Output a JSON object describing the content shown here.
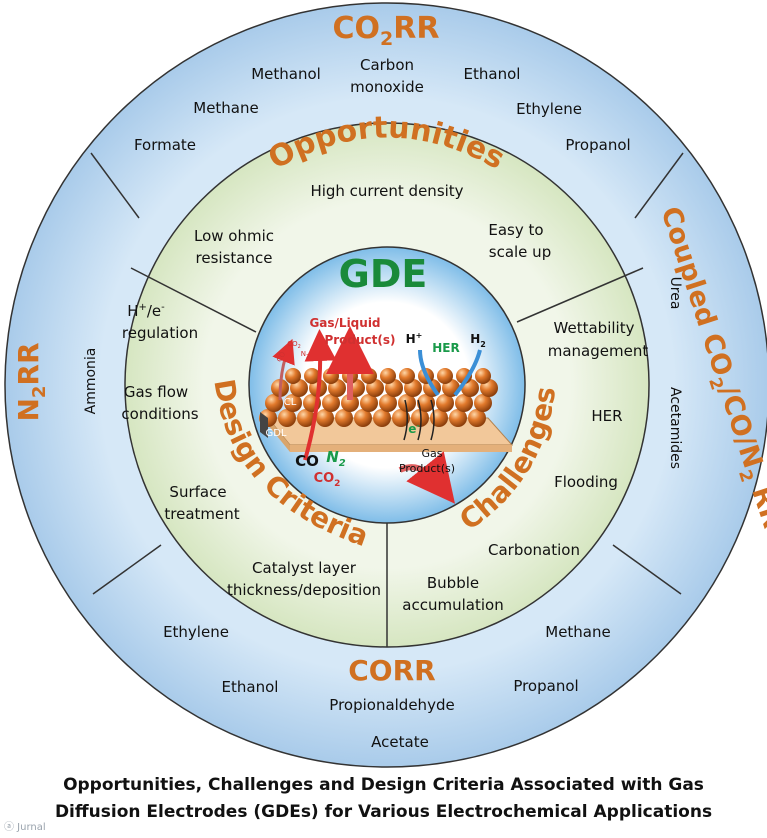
{
  "gde_title": "GDE",
  "categories": {
    "co2rr": {
      "main": "CO",
      "sub": "2",
      "tail": "RR"
    },
    "n2rr": {
      "main": "N",
      "sub": "2",
      "tail": "RR"
    },
    "corr": "CORR",
    "coupled": {
      "a": "Coupled CO",
      "b": "2",
      "c": "/CO/N",
      "d": "2",
      "e": " RR"
    }
  },
  "products": {
    "formate": "Formate",
    "methane": "Methane",
    "methanol": "Methanol",
    "carbon_monoxide": [
      "Carbon",
      "monoxide"
    ],
    "ethanol": "Ethanol",
    "ethylene": "Ethylene",
    "propanol": "Propanol",
    "urea": "Urea",
    "acetamides": "Acetamides",
    "ammonia": "Ammonia",
    "corr_ethylene": "Ethylene",
    "corr_ethanol": "Ethanol",
    "propionaldehyde": "Propionaldehyde",
    "acetate": "Acetate",
    "corr_propanol": "Propanol",
    "corr_methane": "Methane"
  },
  "sections": {
    "opportunities": {
      "title": "Opportunities",
      "high_current": "High current density",
      "low_ohmic": [
        "Low ohmic",
        "resistance"
      ],
      "easy_scale": [
        "Easy to",
        "scale up"
      ]
    },
    "challenges": {
      "title": "Challenges",
      "wettability": [
        "Wettability",
        "management"
      ],
      "her": "HER",
      "flooding": "Flooding",
      "carbonation": "Carbonation",
      "bubble": [
        "Bubble",
        "accumulation"
      ]
    },
    "design": {
      "title": "Design Criteria",
      "regulation": "regulation",
      "gas_flow": [
        "Gas flow",
        "conditions"
      ],
      "surface": [
        "Surface",
        "treatment"
      ],
      "catalyst": [
        "Catalyst layer",
        "thickness/deposition"
      ]
    }
  },
  "gde_labels": {
    "gas_liquid": [
      "Gas/Liquid",
      "Product(s)"
    ],
    "gas_product": [
      "Gas",
      "Product(s)"
    ],
    "her": "HER",
    "cl": "CL",
    "gdl": "GDL",
    "co": "CO",
    "n": "N",
    "co2": "CO",
    "e": "e"
  },
  "caption": [
    "Opportunities, Challenges and Design Criteria Associated with Gas",
    "Diffusion Electrodes (GDEs) for Various Electrochemical Applications"
  ],
  "watermark": "ⓐ Jurnal",
  "colors": {
    "outer_ring": "#bcd7ef",
    "middle_ring": "#e3eed2",
    "accent_orange": "#d07021",
    "gde_green": "#1a8a3a",
    "sphere": "#e0803a"
  }
}
